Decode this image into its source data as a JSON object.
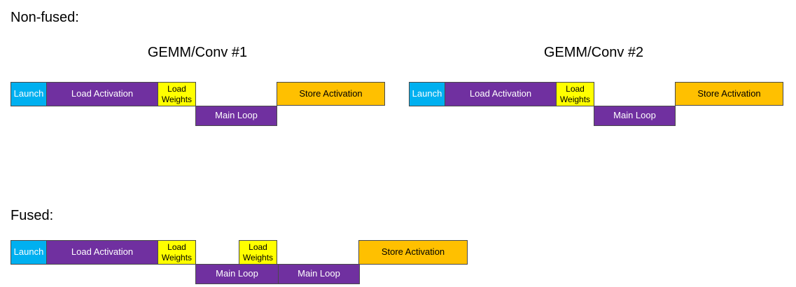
{
  "labels": {
    "non_fused": "Non-fused:",
    "fused": "Fused:"
  },
  "kernels": {
    "kernel1_title": "GEMM/Conv #1",
    "kernel2_title": "GEMM/Conv #2"
  },
  "blocks": {
    "launch": "Launch",
    "load_activation": "Load Activation",
    "load_weights_line1": "Load",
    "load_weights_line2": "Weights",
    "main_loop": "Main Loop",
    "store_activation": "Store Activation"
  },
  "colors": {
    "launch": "#00b0f0",
    "load_activation": "#7030a0",
    "load_weights": "#ffff00",
    "main_loop": "#7030a0",
    "store_activation": "#ffc000"
  }
}
